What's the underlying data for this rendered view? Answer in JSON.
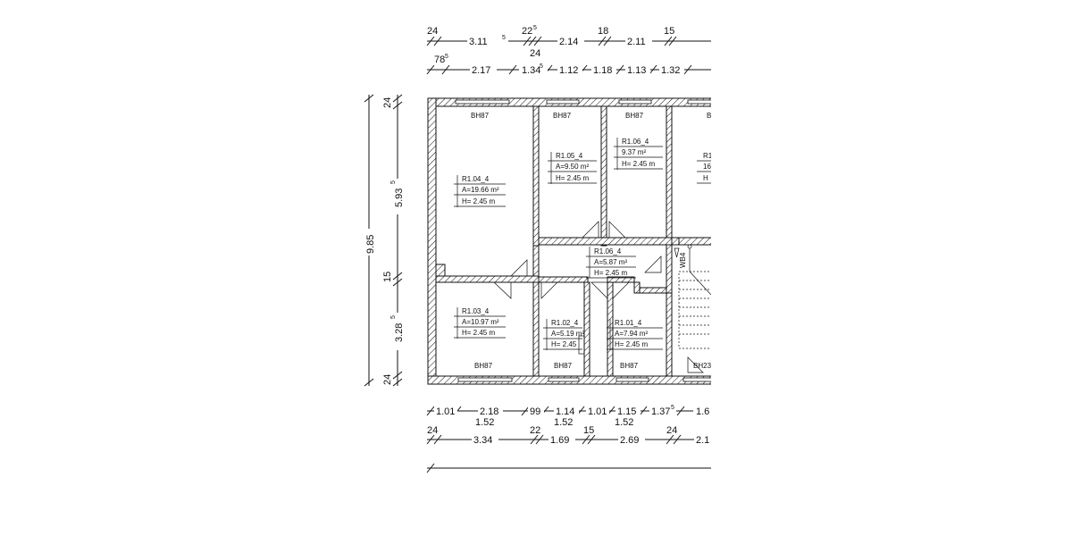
{
  "top_dims_row1": [
    {
      "text": "24",
      "pos": "above"
    },
    {
      "text": "3.11",
      "sup": "5"
    },
    {
      "text": "22",
      "sup": "5",
      "pos": "above"
    },
    {
      "text": "24",
      "pos": "below"
    },
    {
      "text": "2.14"
    },
    {
      "text": "18",
      "pos": "above"
    },
    {
      "text": "2.11"
    },
    {
      "text": "15",
      "pos": "above"
    }
  ],
  "top_dims_row2": [
    {
      "text": "78",
      "sup": "5",
      "pos": "above"
    },
    {
      "text": "2.17"
    },
    {
      "text": "1.34",
      "sup": "5"
    },
    {
      "text": "1.12"
    },
    {
      "text": "1.18"
    },
    {
      "text": "1.13"
    },
    {
      "text": "1.32"
    }
  ],
  "left_dims": {
    "overall": "9.85",
    "segments": [
      {
        "text": "24"
      },
      {
        "text": "5.93",
        "sup": "5"
      },
      {
        "text": "15"
      },
      {
        "text": "3.28",
        "sup": "5"
      },
      {
        "text": "24"
      }
    ]
  },
  "bottom_dims_row1": [
    {
      "text": "1.01"
    },
    {
      "text": "2.18"
    },
    {
      "text": "1.52"
    },
    {
      "text": "99"
    },
    {
      "text": "1.14"
    },
    {
      "text": "1.52"
    },
    {
      "text": "1.01"
    },
    {
      "text": "1.15"
    },
    {
      "text": "1.52"
    },
    {
      "text": "1.37",
      "sup": "5"
    },
    {
      "text": "1.6"
    }
  ],
  "bottom_dims_row2": [
    {
      "text": "24"
    },
    {
      "text": "3.34"
    },
    {
      "text": "22"
    },
    {
      "text": "1.69"
    },
    {
      "text": "15"
    },
    {
      "text": "2.69"
    },
    {
      "text": "24"
    },
    {
      "text": "2.1"
    }
  ],
  "window_tags": [
    "BH87",
    "BH87",
    "BH87",
    "B",
    "BH87",
    "BH87",
    "BH87",
    "BH23"
  ],
  "rooms": [
    {
      "id": "R1.04_4",
      "area": "A=19.66 m²",
      "height": "H= 2.45 m"
    },
    {
      "id": "R1.05_4",
      "area": "A=9.50 m²",
      "height": "H= 2.45 m"
    },
    {
      "id": "R1.06_4",
      "area": "9.37 m²",
      "height": "H= 2.45 m"
    },
    {
      "id": "R1",
      "area": "16",
      "height": "H"
    },
    {
      "id": "R1.06_4",
      "area": "A=5.87 m²",
      "height": "H= 2.45 m"
    },
    {
      "id": "R1.03_4",
      "area": "A=10.97 m²",
      "height": "H= 2.45 m"
    },
    {
      "id": "R1.02_4",
      "area": "A=5.19 m²",
      "height": "H= 2.45"
    },
    {
      "id": "R1.01_4",
      "area": "A=7.94 m²",
      "height": "H= 2.45 m"
    }
  ],
  "stair_label": "WB4"
}
